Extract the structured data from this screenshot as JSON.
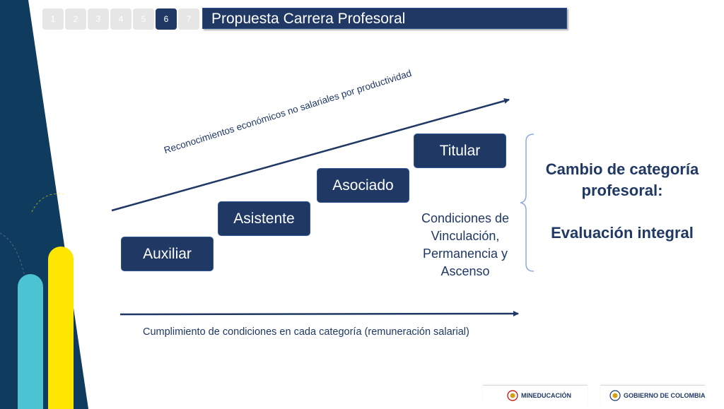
{
  "tabs": [
    "1",
    "2",
    "3",
    "4",
    "5",
    "6",
    "7"
  ],
  "active_tab": "6",
  "header": {
    "title": "Propuesta Carrera Profesoral"
  },
  "stairs": [
    "Auxiliar",
    "Asistente",
    "Asociado",
    "Titular"
  ],
  "diagonal_label": "Reconocimientos económicos no salariales por productividad",
  "conditions": "Condiciones de Vinculación, Permanencia y Ascenso",
  "side": {
    "line1": "Cambio de categoría",
    "line2": "profesoral:",
    "line3": "Evaluación integral"
  },
  "bottom_label": "Cumplimiento de condiciones en cada categoría (remuneración salarial)",
  "logos": {
    "mineducacion": "MINEDUCACIÓN",
    "gobierno": "GOBIERNO DE COLOMBIA"
  },
  "colors": {
    "navy": "#1f3864",
    "cyan": "#4bc3d3",
    "yellow": "#ffe600",
    "left_blue": "#0f3b5f"
  }
}
